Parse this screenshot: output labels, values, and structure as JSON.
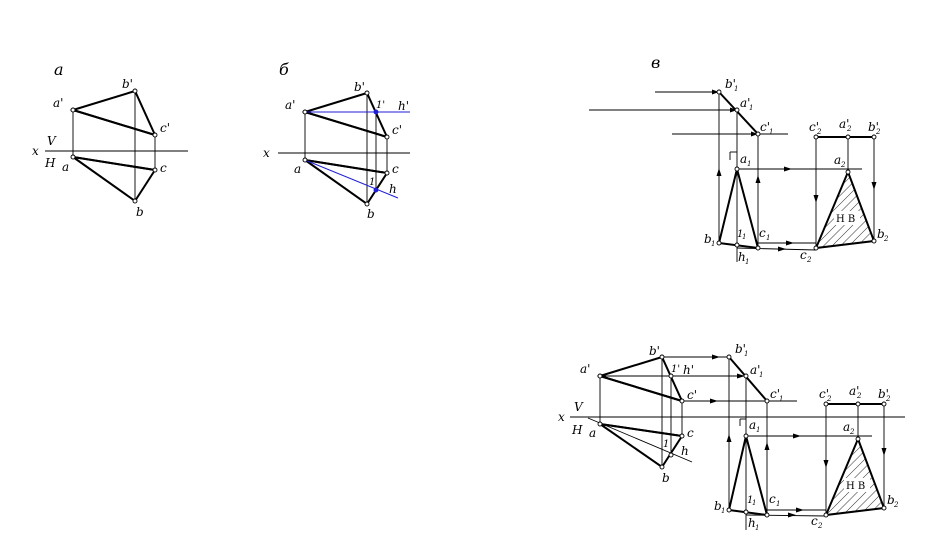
{
  "captions": {
    "a": "а",
    "b": "б",
    "v": "в"
  },
  "axis": {
    "x": "x",
    "V": "V",
    "H": "H"
  },
  "points": {
    "a": "a",
    "b": "b",
    "c": "c",
    "a1": "a'",
    "b1": "b'",
    "c1": "c'",
    "h": "h",
    "h1": "h'",
    "one": "1",
    "one1": "1'",
    "sub1": "1",
    "sub2": "2"
  },
  "nv_label": "Н В",
  "colors": {
    "line": "#000000",
    "construction": "#1f1fd6",
    "background": "#ffffff"
  }
}
